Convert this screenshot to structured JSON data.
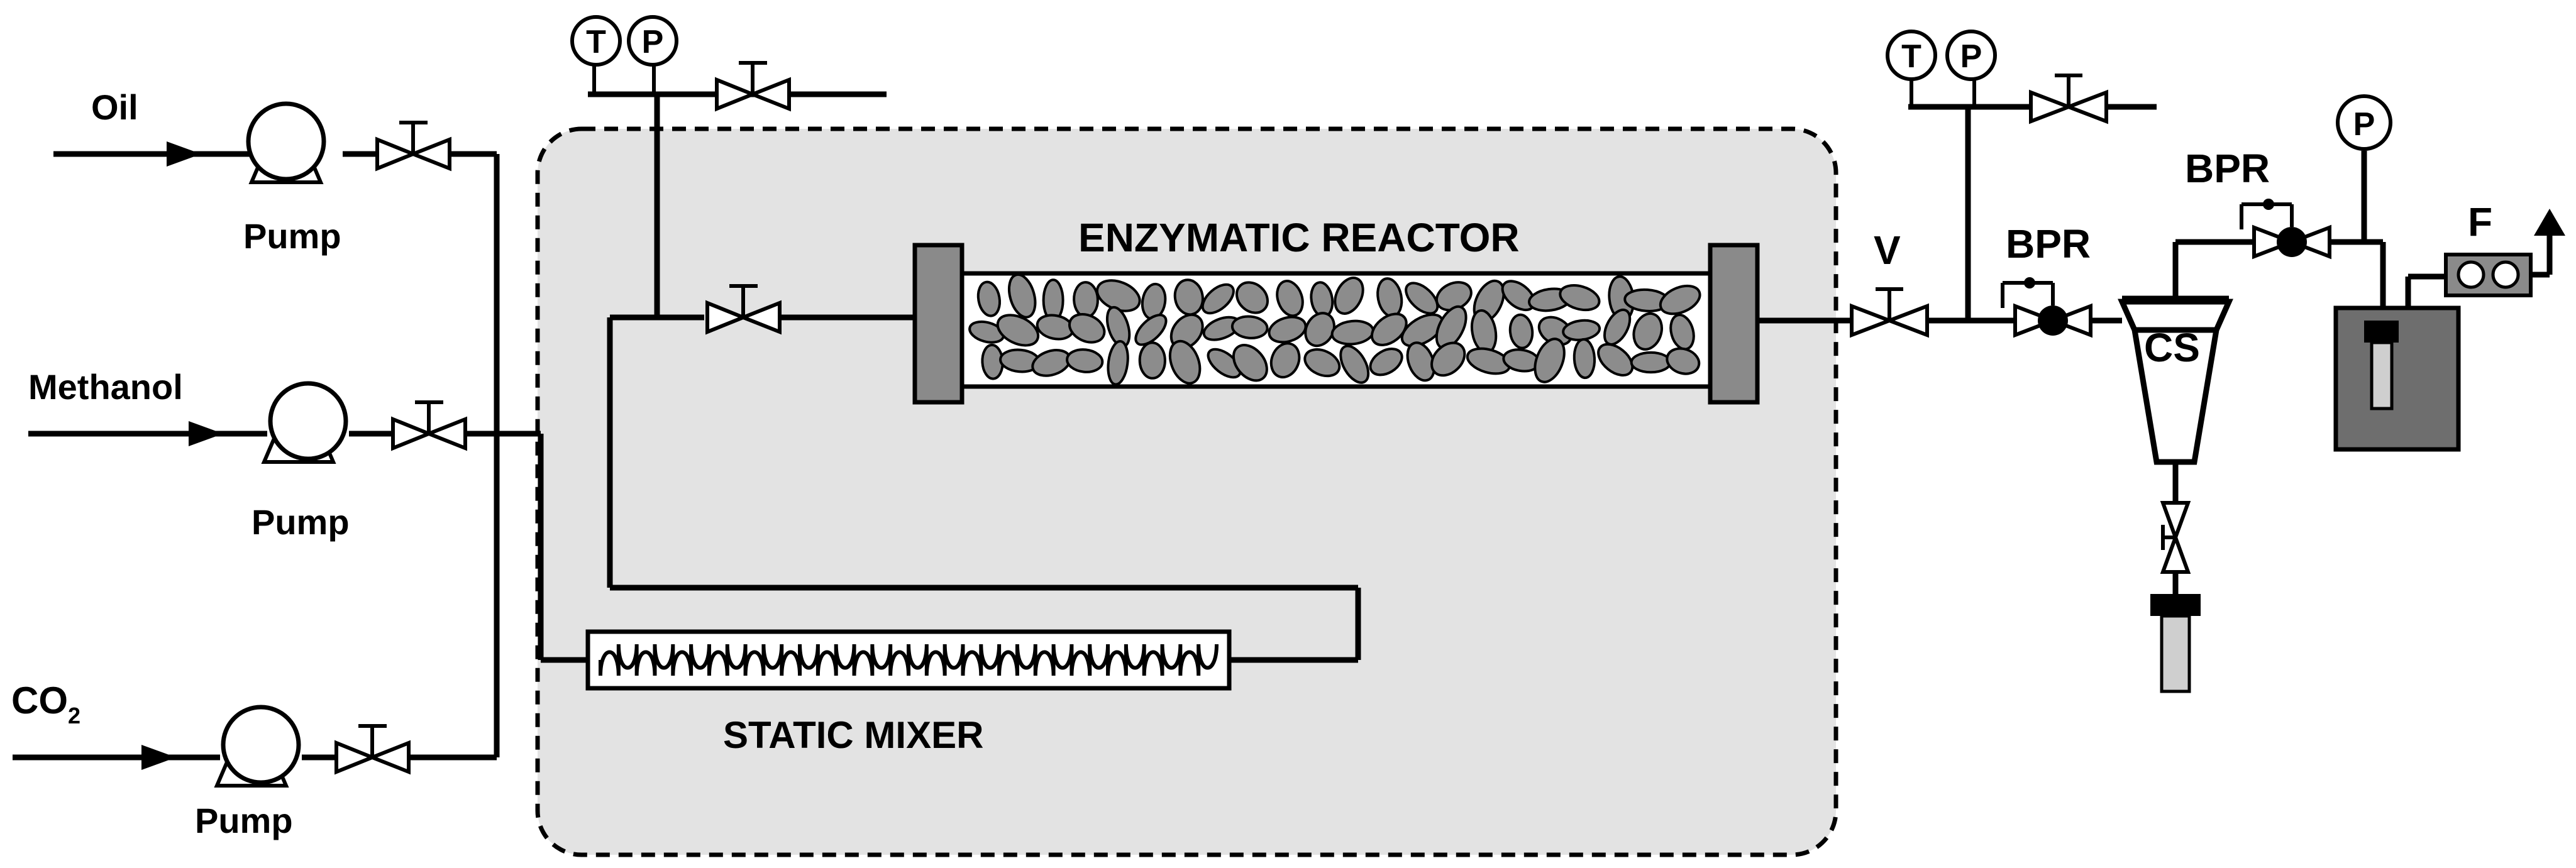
{
  "labels": {
    "oil": "Oil",
    "methanol": "Methanol",
    "co2_main": "CO",
    "co2_sub": "2",
    "pump": "Pump",
    "enzymatic_reactor": "ENZYMATIC REACTOR",
    "static_mixer": "STATIC MIXER",
    "v": "V",
    "bpr": "BPR",
    "cs": "CS",
    "f": "F",
    "t": "T",
    "p": "P"
  },
  "colors": {
    "enclosure_fill": "#e3e3e3",
    "catalyst_fill": "#8c8c8c",
    "flange_fill": "#8a8a8a",
    "vessel_fill": "#6e6e6e",
    "vial_fill": "#cfcfcf",
    "line": "#000000"
  }
}
